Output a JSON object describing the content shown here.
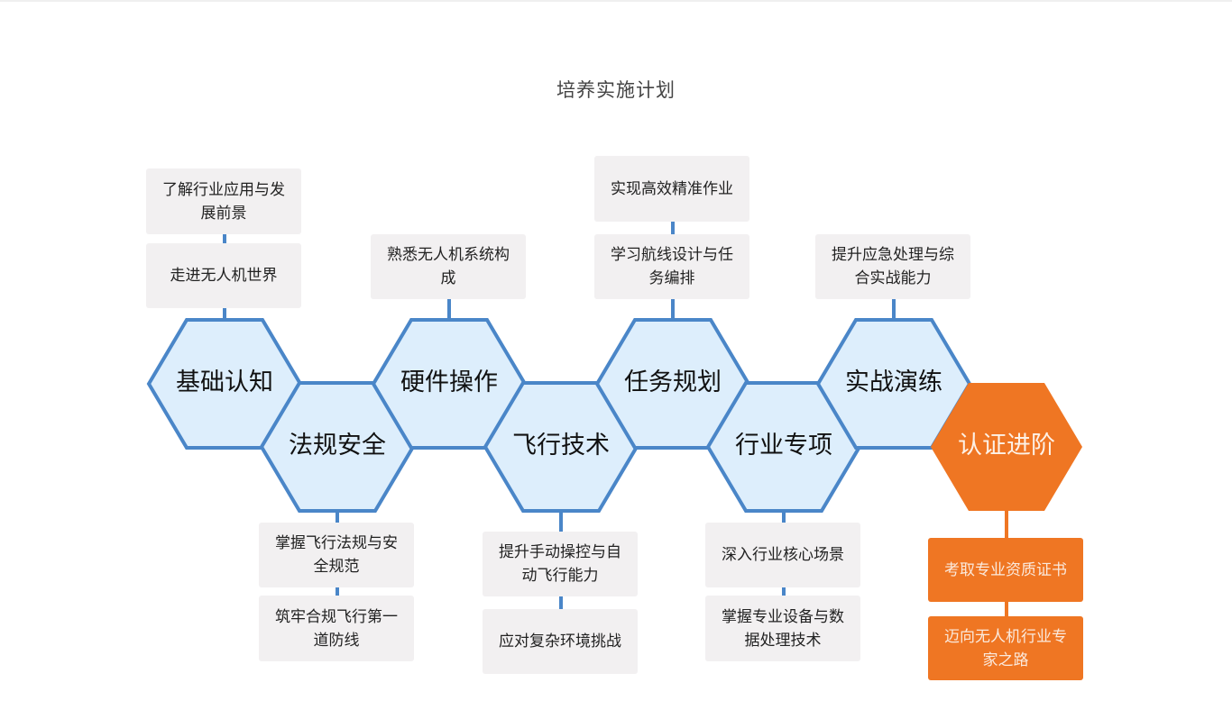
{
  "title": "培养实施计划",
  "colors": {
    "hex_fill": "#ddeefc",
    "hex_stroke": "#4a86c8",
    "connector": "#4a86c8",
    "box_fill": "#f2f0f1",
    "accent": "#ef7623"
  },
  "stages": [
    {
      "name": "基础认知",
      "position": "upper",
      "items": [
        "走进无人机世界",
        "了解行业应用与发展前景"
      ]
    },
    {
      "name": "法规安全",
      "position": "lower",
      "items": [
        "掌握飞行法规与安全规范",
        "筑牢合规飞行第一道防线"
      ]
    },
    {
      "name": "硬件操作",
      "position": "upper",
      "items": [
        "熟悉无人机系统构成"
      ]
    },
    {
      "name": "飞行技术",
      "position": "lower",
      "items": [
        "提升手动操控与自动飞行能力",
        "应对复杂环境挑战"
      ]
    },
    {
      "name": "任务规划",
      "position": "upper",
      "items": [
        "学习航线设计与任务编排",
        "实现高效精准作业"
      ]
    },
    {
      "name": "行业专项",
      "position": "lower",
      "items": [
        "深入行业核心场景",
        "掌握专业设备与数据处理技术"
      ]
    },
    {
      "name": "实战演练",
      "position": "upper",
      "items": [
        "提升应急处理与综合实战能力"
      ]
    },
    {
      "name": "认证进阶",
      "position": "lower",
      "highlight": true,
      "items": [
        "考取专业资质证书",
        "迈向无人机行业专家之路"
      ]
    }
  ]
}
